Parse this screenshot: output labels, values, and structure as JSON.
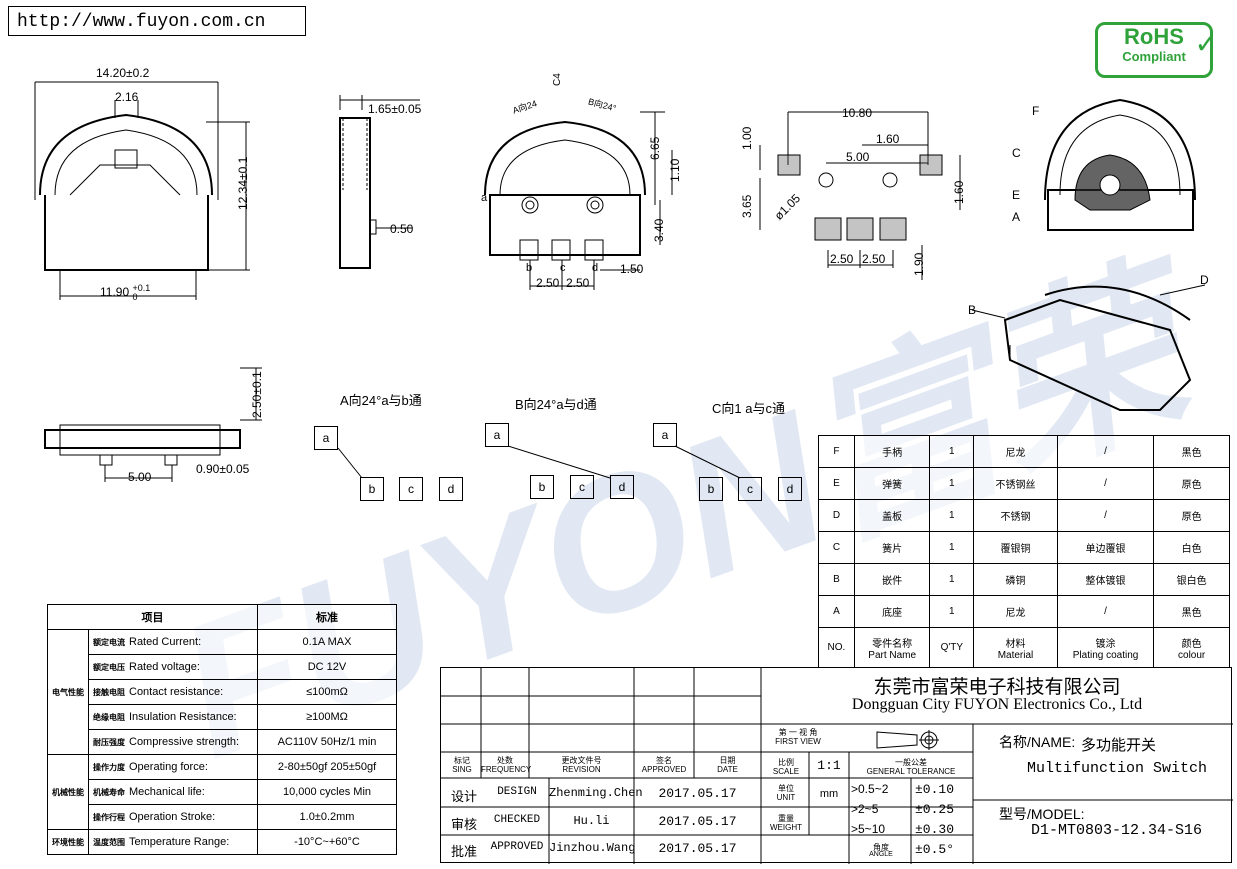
{
  "header": {
    "url": "http://www.fuyon.com.cn"
  },
  "logo": {
    "watermark": "FUYON富荣"
  },
  "rohs": {
    "line1": "RoHS",
    "line2": "Compliant"
  },
  "dims": {
    "d1": "14.20±0.2",
    "d2": "2.16",
    "d3": "12.34±0.1",
    "d4": "11.90",
    "d4sup": "+0.1",
    "d4sub": "0",
    "d5": "1.65±0.05",
    "d6": "0.50",
    "d7": "6.65",
    "d8": "1.10",
    "d9": "3.40",
    "d10": "1.50",
    "d11": "2.50",
    "d12": "2.50",
    "d13": "10.80",
    "d14": "1.60",
    "d15": "5.00",
    "d16": "1.00",
    "d17": "3.65",
    "d18": "1.60",
    "d19": "ø1.05",
    "d20": "2.50",
    "d21": "2.50",
    "d22": "1.90",
    "d23": "2.50±0.1",
    "d24": "5.00",
    "d25": "0.90±0.05",
    "angA": "A向24",
    "angB": "B向24°",
    "c4": "C4"
  },
  "labels": {
    "a": "a",
    "b": "b",
    "c": "c",
    "d": "d",
    "A": "A",
    "B": "B",
    "C": "C",
    "D": "D",
    "E": "E",
    "F": "F"
  },
  "switch_diagrams": [
    {
      "title": "A向24°a与b通"
    },
    {
      "title": "B向24°a与d通"
    },
    {
      "title": "C向1  a与c通"
    }
  ],
  "parts_table": {
    "rows": [
      {
        "no": "F",
        "name": "手柄",
        "qty": "1",
        "material": "尼龙",
        "plating": "/",
        "colour": "黑色"
      },
      {
        "no": "E",
        "name": "弹簧",
        "qty": "1",
        "material": "不锈钢丝",
        "plating": "/",
        "colour": "原色"
      },
      {
        "no": "D",
        "name": "盖板",
        "qty": "1",
        "material": "不锈钢",
        "plating": "/",
        "colour": "原色"
      },
      {
        "no": "C",
        "name": "簧片",
        "qty": "1",
        "material": "覆银铜",
        "plating": "单边覆银",
        "colour": "白色"
      },
      {
        "no": "B",
        "name": "嵌件",
        "qty": "1",
        "material": "磷铜",
        "plating": "整体镀银",
        "colour": "银白色"
      },
      {
        "no": "A",
        "name": "底座",
        "qty": "1",
        "material": "尼龙",
        "plating": "/",
        "colour": "黑色"
      }
    ],
    "header": {
      "no": "NO.",
      "name_cn": "零件名称",
      "name_en": "Part Name",
      "qty": "Q'TY",
      "material_cn": "材料",
      "material_en": "Material",
      "plating_cn": "镀涂",
      "plating_en": "Plating coating",
      "colour_cn": "颜色",
      "colour_en": "colour"
    }
  },
  "spec_table": {
    "head_item": "项目",
    "head_std": "标准",
    "groups": [
      {
        "name": "电气性能",
        "rows": [
          {
            "cn": "额定电流",
            "en": "Rated Current:",
            "val": "0.1A MAX"
          },
          {
            "cn": "额定电压",
            "en": "Rated voltage:",
            "val": "DC 12V"
          },
          {
            "cn": "接触电阻",
            "en": "Contact resistance:",
            "val": "≤100mΩ"
          },
          {
            "cn": "绝缘电阻",
            "en": "Insulation Resistance:",
            "val": "≥100MΩ"
          },
          {
            "cn": "耐压强度",
            "en": "Compressive strength:",
            "val": "AC110V  50Hz/1 min"
          }
        ]
      },
      {
        "name": "机械性能",
        "rows": [
          {
            "cn": "操作力度",
            "en": "Operating force:",
            "val": "2-80±50gf 205±50gf"
          },
          {
            "cn": "机械寿命",
            "en": "Mechanical life:",
            "val": "10,000 cycles Min"
          },
          {
            "cn": "操作行程",
            "en": "Operation Stroke:",
            "val": "1.0±0.2mm"
          }
        ]
      },
      {
        "name": "环境性能",
        "rows": [
          {
            "cn": "温度范围",
            "en": "Temperature Range:",
            "val": "-10°C~+60°C"
          }
        ]
      }
    ]
  },
  "title_block": {
    "company_cn": "东莞市富荣电子科技有限公司",
    "company_en": "Dongguan City FUYON Electronics Co., Ltd",
    "rev_headers": [
      {
        "cn": "标记",
        "en": "SING"
      },
      {
        "cn": "处数",
        "en": "FREQUENCY"
      },
      {
        "cn": "更改文件号",
        "en": "REVISION"
      },
      {
        "cn": "签名",
        "en": "APPROVED"
      },
      {
        "cn": "日期",
        "en": "DATE"
      }
    ],
    "signoffs": [
      {
        "role_cn": "设计",
        "role_en": "DESIGN",
        "name": "Zhenming.Chen",
        "date": "2017.05.17"
      },
      {
        "role_cn": "审核",
        "role_en": "CHECKED",
        "name": "Hu.li",
        "date": "2017.05.17"
      },
      {
        "role_cn": "批准",
        "role_en": "APPROVED",
        "name": "Jinzhou.Wang",
        "date": "2017.05.17"
      }
    ],
    "view_cn": "第 一 视 角",
    "view_en": "FIRST VIEW",
    "scale_cn": "比例",
    "scale_en": "SCALE",
    "scale": "1:1",
    "unit_cn": "单位",
    "unit_en": "UNIT",
    "unit": "mm",
    "weight_cn": "重量",
    "weight_en": "WEIGHT",
    "tol_cn": "一般公差",
    "tol_en": "GENERAL TOLERANCE",
    "tolerances": [
      {
        "range": ">0.5~2",
        "tol": "±0.10"
      },
      {
        "range": ">2~5",
        "tol": "±0.25"
      },
      {
        "range": ">5~10",
        "tol": "±0.30"
      },
      {
        "range": "角度",
        "range_en": "ANGLE",
        "tol": "±0.5°"
      }
    ],
    "name_label": "名称/NAME:",
    "name_cn": "多功能开关",
    "name_en": "Multifunction Switch",
    "model_label": "型号/MODEL:",
    "model": "D1-MT0803-12.34-S16"
  }
}
